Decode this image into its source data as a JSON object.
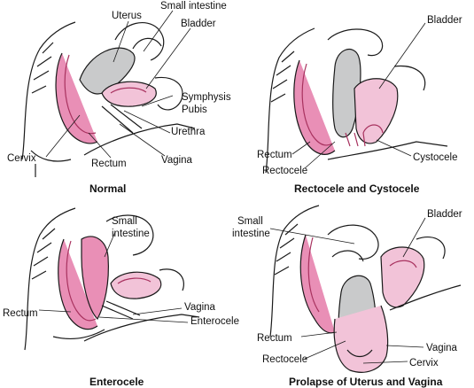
{
  "panels": [
    {
      "title": "Normal",
      "labels": [
        "Uterus",
        "Small intestine",
        "Bladder",
        "Symphysis",
        "Pubis",
        "Urethra",
        "Vagina",
        "Rectum",
        "Cervix"
      ]
    },
    {
      "title": "Rectocele and Cystocele",
      "labels": [
        "Bladder",
        "Rectum",
        "Rectocele",
        "Cystocele"
      ]
    },
    {
      "title": "Enterocele",
      "labels": [
        "Small",
        "intestine",
        "Vagina",
        "Enterocele",
        "Rectum"
      ]
    },
    {
      "title": "Prolapse of Uterus and Vagina",
      "labels": [
        "Small",
        "intestine",
        "Bladder",
        "Rectum",
        "Rectocele",
        "Vagina",
        "Cervix"
      ]
    }
  ],
  "colors": {
    "tissue_pink": "#e98fb6",
    "tissue_dark": "#a8325f",
    "organ_gray": "#c9cacb",
    "line": "#1a1a1a"
  }
}
